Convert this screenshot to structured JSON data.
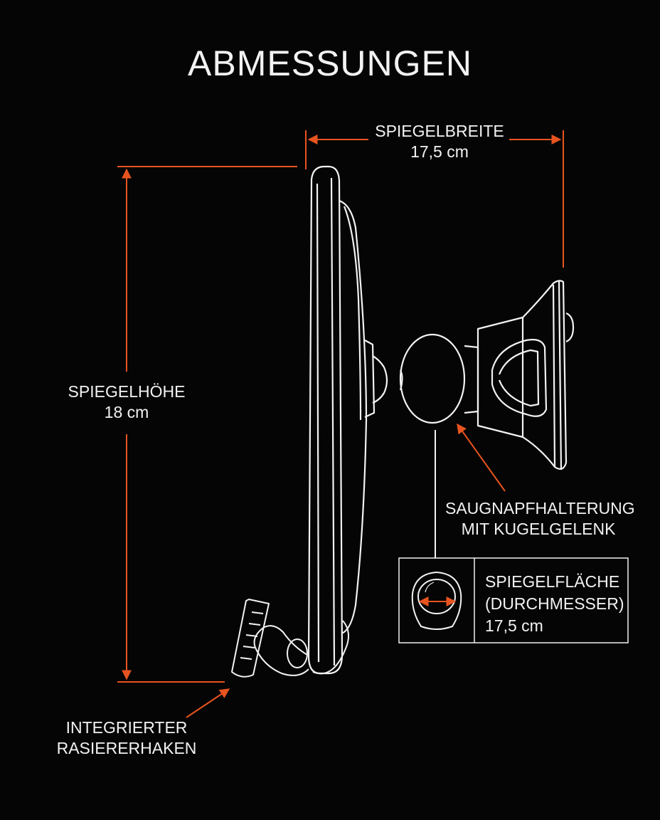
{
  "title": "ABMESSUNGEN",
  "labels": {
    "width": {
      "line1": "SPIEGELBREITE",
      "line2": "17,5 cm"
    },
    "height": {
      "line1": "SPIEGELHÖHE",
      "line2": "18 cm"
    },
    "suction": {
      "line1": "SAUGNAPFHALTERUNG",
      "line2": "MIT KUGELGELENK"
    },
    "surface": {
      "line1": "SPIEGELFLÄCHE",
      "line2": "(DURCHMESSER)",
      "line3": "17,5 cm"
    },
    "razor": {
      "line1": "INTEGRIERTER",
      "line2": "RASIERERHAKEN"
    }
  },
  "colors": {
    "accent": "#e8541f",
    "line": "#f2f2f2",
    "background": "#050505"
  }
}
